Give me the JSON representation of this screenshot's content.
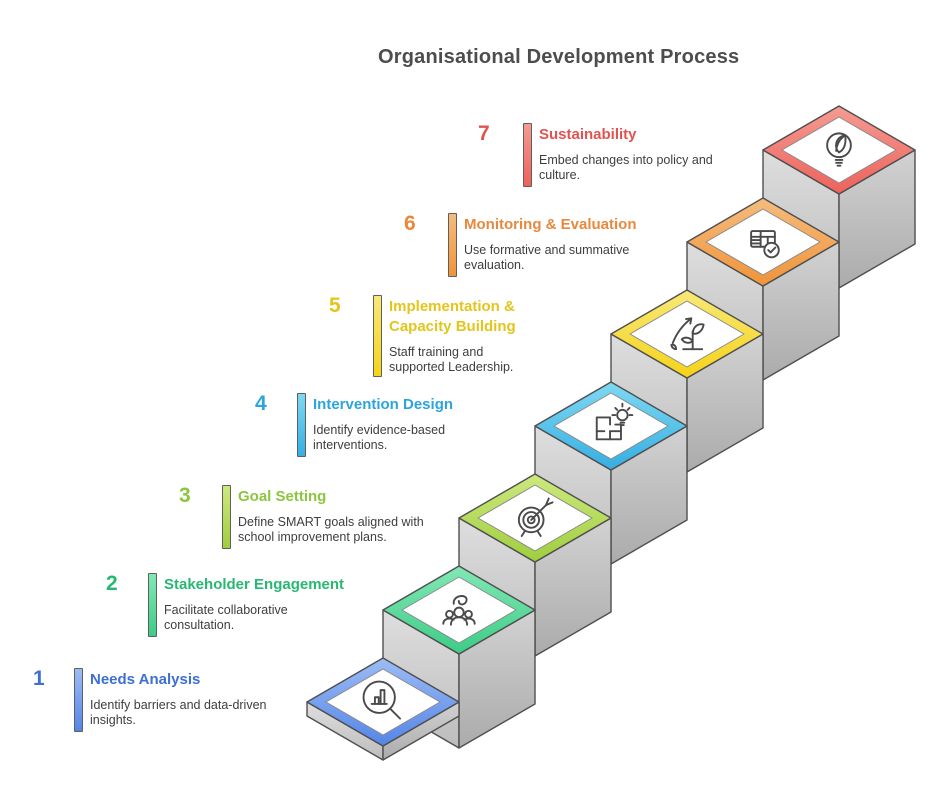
{
  "title": "Organisational Development Process",
  "steps": [
    {
      "number": "1",
      "title": "Needs Analysis",
      "description": "Identify barriers and data-driven\ninsights.",
      "color": "#5585E8",
      "color_light": "#9DBCF5",
      "color_dark": "#3E6FD4",
      "icon": "magnifier-chart-icon"
    },
    {
      "number": "2",
      "title": "Stakeholder Engagement",
      "description": "Facilitate collaborative\nconsultation.",
      "color": "#3DCC86",
      "color_light": "#82E8B5",
      "color_dark": "#27B873",
      "icon": "people-group-icon"
    },
    {
      "number": "3",
      "title": "Goal Setting",
      "description": "Define SMART goals aligned with\nschool improvement plans.",
      "color": "#9FCE3E",
      "color_light": "#CDE97E",
      "color_dark": "#8CC63F",
      "icon": "target-arrow-icon"
    },
    {
      "number": "4",
      "title": "Intervention Design",
      "description": "Identify evidence-based\ninterventions.",
      "color": "#35AEE2",
      "color_light": "#7FD9F2",
      "color_dark": "#2BA5DC",
      "icon": "blueprint-bulb-icon"
    },
    {
      "number": "5",
      "title": "Implementation &\nCapacity Building",
      "description": "Staff training and\nsupported Leadership.",
      "color": "#F5D319",
      "color_light": "#F8E878",
      "color_dark": "#E3C51B",
      "icon": "sprout-growth-icon"
    },
    {
      "number": "6",
      "title": "Monitoring & Evaluation",
      "description": "Use formative and summative\nevaluation.",
      "color": "#F0943A",
      "color_light": "#F5BC7E",
      "color_dark": "#E8883C",
      "icon": "table-check-icon"
    },
    {
      "number": "7",
      "title": "Sustainability",
      "description": "Embed changes into policy and\nculture.",
      "color": "#ED625B",
      "color_light": "#F59B93",
      "color_dark": "#E25350",
      "icon": "leaf-bulb-icon"
    }
  ],
  "style_colors": {
    "outline": "#4F4F4F",
    "wall_left_top": "#DEDEDE",
    "wall_left_bottom": "#BDBDBD",
    "wall_right_top": "#D2D2D2",
    "wall_right_bottom": "#ABABAB",
    "icon_stroke": "#4A4A4A",
    "main_title_color": "#4D4D4D",
    "desc_color": "#3E3E3E"
  }
}
